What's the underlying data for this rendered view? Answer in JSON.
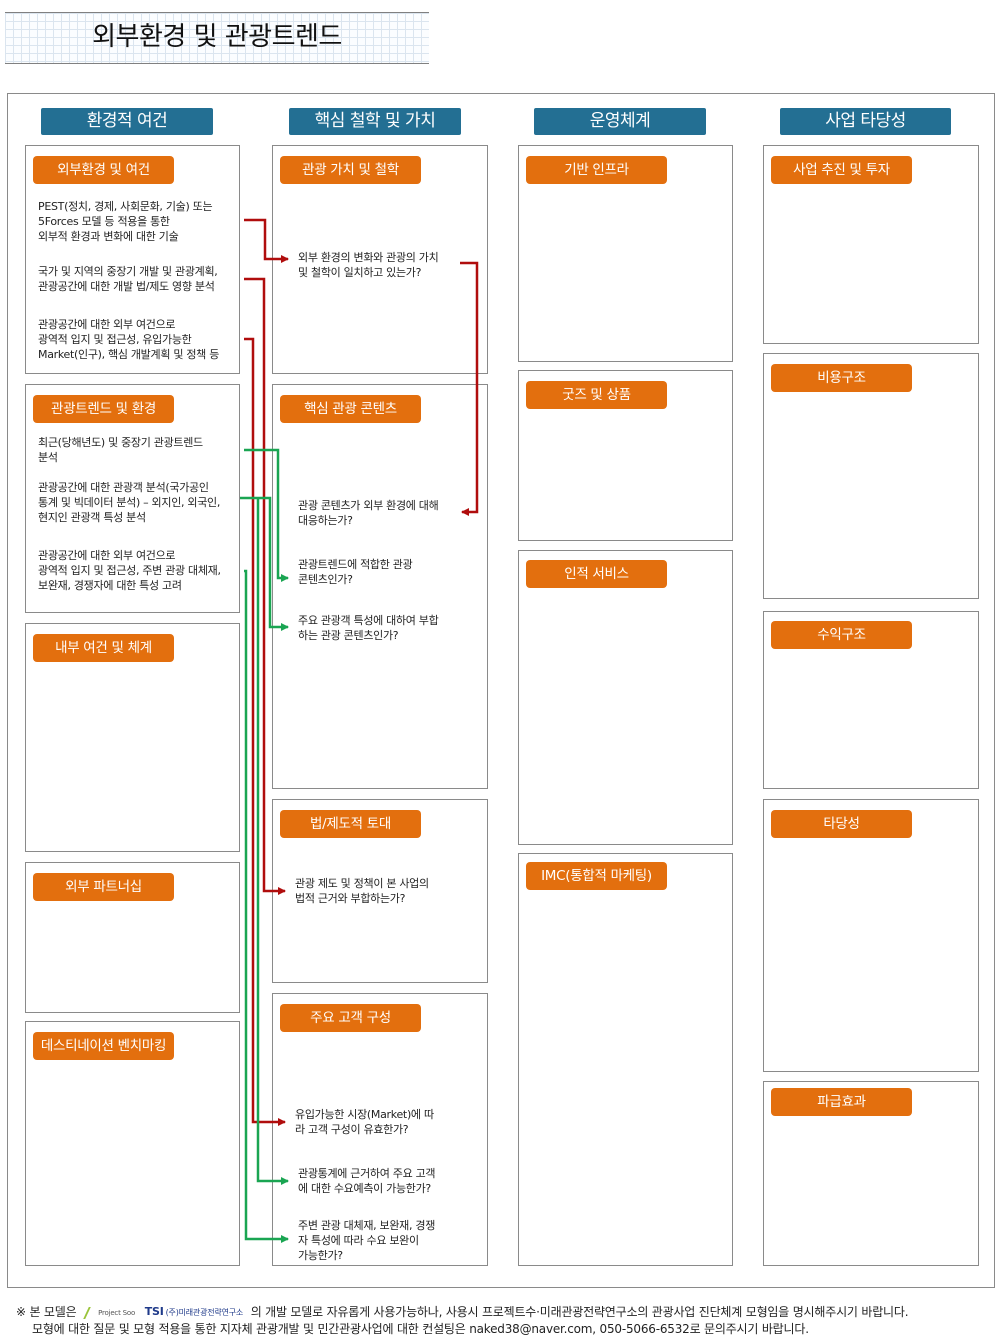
{
  "title": "외부환경 및 관광트렌드",
  "colors": {
    "header_bg": "#236f93",
    "tag_bg": "#e36f0e",
    "arrow_red": "#b00d0d",
    "arrow_green": "#1aa552",
    "border": "#8a8a8a"
  },
  "columns": [
    {
      "header": "환경적 여건",
      "boxes": [
        {
          "tag": "외부환경 및 여건",
          "items": [
            "PEST(정치, 경제, 사회문화, 기술) 또는\n5Forces 모델 등 적용을 통한\n외부적 환경과 변화에 대한 기술",
            "국가 및 지역의 중장기 개발 및 관광계획,\n관광공간에 대한 개발 법/제도 영향 분석",
            "관광공간에 대한 외부 여건으로\n광역적 입지 및 접근성, 유입가능한\nMarket(인구), 핵심 개발계획 및 정책 등"
          ]
        },
        {
          "tag": "관광트렌드 및 환경",
          "items": [
            "최근(당해년도) 및 중장기 관광트렌드\n분석",
            "관광공간에 대한 관광객 분석(국가공인\n통계 및 빅데이터 분석) – 외지인, 외국인,\n현지인 관광객 특성 분석",
            "관광공간에 대한 외부 여건으로\n광역적 입지 및 접근성, 주변 관광 대체재,\n보완재, 경쟁자에 대한 특성 고려"
          ]
        },
        {
          "tag": "내부 여건 및 체계",
          "items": []
        },
        {
          "tag": "외부 파트너십",
          "items": []
        },
        {
          "tag": "데스티네이션 벤치마킹",
          "items": []
        }
      ]
    },
    {
      "header": "핵심 철학 및 가치",
      "boxes": [
        {
          "tag": "관광 가치 및 철학",
          "items": [
            "외부 환경의 변화와 관광의 가치\n및 철학이 일치하고 있는가?"
          ]
        },
        {
          "tag": "핵심 관광 콘텐츠",
          "items": [
            "관광 콘텐츠가 외부 환경에 대해\n대응하는가?",
            "관광트렌드에 적합한 관광\n콘텐츠인가?",
            "주요 관광객 특성에 대하여 부합\n하는 관광 콘텐츠인가?"
          ]
        },
        {
          "tag": "법/제도적 토대",
          "items": [
            "관광 제도 및 정책이 본 사업의\n법적 근거와 부합하는가?"
          ]
        },
        {
          "tag": "주요 고객 구성",
          "items": [
            "유입가능한 시장(Market)에 따\n라 고객 구성이 유효한가?",
            "관광통계에 근거하여 주요 고객\n에 대한 수요예측이 가능한가?",
            "주변 관광 대체재, 보완재, 경쟁\n자 특성에 따라 수요 보완이\n가능한가?"
          ]
        }
      ]
    },
    {
      "header": "운영체계",
      "boxes": [
        {
          "tag": "기반 인프라",
          "items": []
        },
        {
          "tag": "굿즈 및 상품",
          "items": []
        },
        {
          "tag": "인적 서비스",
          "items": []
        },
        {
          "tag": "IMC(통합적 마케팅)",
          "items": []
        }
      ]
    },
    {
      "header": "사업 타당성",
      "boxes": [
        {
          "tag": "사업 추진 및 투자",
          "items": []
        },
        {
          "tag": "비용구조",
          "items": []
        },
        {
          "tag": "수익구조",
          "items": []
        },
        {
          "tag": "타당성",
          "items": []
        },
        {
          "tag": "파급효과",
          "items": []
        }
      ]
    }
  ],
  "footer": {
    "prefix": "※ 본  모델은",
    "logo_projectsoo": "Project Soo",
    "logo_tsi_mark": "TSI",
    "logo_tsi_name": "(주)미래관광전략연구소",
    "line1_rest": "의 개발 모델로 자유롭게 사용가능하나, 사용시 프로젝트수·미래관광전략연구소의 관광사업 진단체계 모형임을 명시해주시기 바랍니다.",
    "line2": "모형에 대한 질문 및 모형 적용을 통한 지자체 관광개발 및 민간관광사업에 대한 컨설팅은 naked38@naver.com, 050-5066-6532로 문의주시기 바랍니다."
  }
}
